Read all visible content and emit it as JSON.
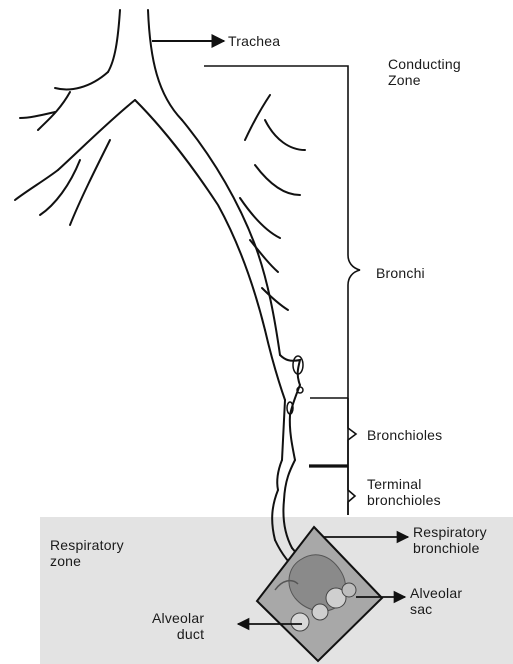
{
  "labels": {
    "trachea": "Trachea",
    "conducting_zone": [
      "Conducting",
      "Zone"
    ],
    "bronchi": "Bronchi",
    "bronchioles": "Bronchioles",
    "terminal_bronchioles": [
      "Terminal",
      "bronchioles"
    ],
    "respiratory_zone": [
      "Respiratory",
      "zone"
    ],
    "respiratory_bronchiole": [
      "Respiratory",
      "bronchiole"
    ],
    "alveolar_sac": [
      "Alveolar",
      "sac"
    ],
    "alveolar_duct": [
      "Alveolar",
      "duct"
    ]
  },
  "colors": {
    "respiratory_zone_bg": "#e3e3e3",
    "line": "#111111",
    "inset_fill": "#a8a8a8"
  }
}
